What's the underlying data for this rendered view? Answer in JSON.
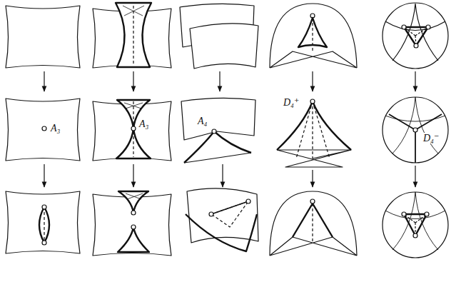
{
  "diagram": {
    "labels": [
      "A₃",
      "A₃",
      "A₄",
      "D₄⁺",
      "D₄⁻"
    ]
  }
}
